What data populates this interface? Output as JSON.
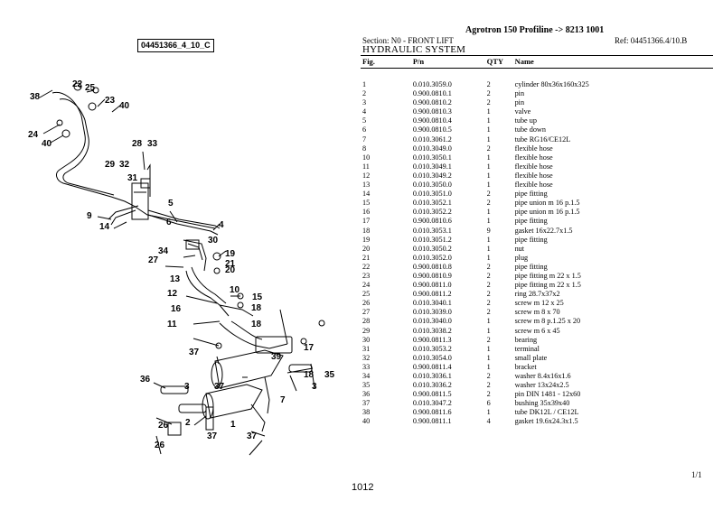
{
  "diagram": {
    "id_label": "04451366_4_10_C",
    "callouts": [
      "38",
      "22",
      "25",
      "23",
      "40",
      "24",
      "40",
      "28",
      "33",
      "29",
      "32",
      "31",
      "5",
      "9",
      "6",
      "14",
      "4",
      "30",
      "34",
      "19",
      "27",
      "21",
      "20",
      "13",
      "10",
      "15",
      "12",
      "16",
      "18",
      "11",
      "18",
      "37",
      "3",
      "39",
      "17",
      "7",
      "18",
      "36",
      "37",
      "3",
      "35",
      "26",
      "2",
      "37",
      "26",
      "37",
      "1"
    ]
  },
  "header": {
    "title": "Agrotron 150 Profiline -> 8213 1001",
    "section": "Section: N0 - FRONT LIFT",
    "ref": "Ref: 04451366.4/10.B",
    "system": "HYDRAULIC SYSTEM"
  },
  "table": {
    "columns": {
      "fig": "Fig.",
      "pn": "P/n",
      "qty": "QTY",
      "name": "Name"
    },
    "rows": [
      {
        "fig": "1",
        "pn": "0.010.3059.0",
        "qty": "2",
        "name": "cylinder 80x36x160x325"
      },
      {
        "fig": "2",
        "pn": "0.900.0810.1",
        "qty": "2",
        "name": "pin"
      },
      {
        "fig": "3",
        "pn": "0.900.0810.2",
        "qty": "2",
        "name": "pin"
      },
      {
        "fig": "4",
        "pn": "0.900.0810.3",
        "qty": "1",
        "name": "valve"
      },
      {
        "fig": "5",
        "pn": "0.900.0810.4",
        "qty": "1",
        "name": "tube up"
      },
      {
        "fig": "6",
        "pn": "0.900.0810.5",
        "qty": "1",
        "name": "tube down"
      },
      {
        "fig": "7",
        "pn": "0.010.3061.2",
        "qty": "1",
        "name": "tube RG16/CE12L"
      },
      {
        "fig": "8",
        "pn": "0.010.3049.0",
        "qty": "2",
        "name": "flexible hose"
      },
      {
        "fig": "10",
        "pn": "0.010.3050.1",
        "qty": "1",
        "name": "flexible hose"
      },
      {
        "fig": "11",
        "pn": "0.010.3049.1",
        "qty": "1",
        "name": "flexible hose"
      },
      {
        "fig": "12",
        "pn": "0.010.3049.2",
        "qty": "1",
        "name": "flexible hose"
      },
      {
        "fig": "13",
        "pn": "0.010.3050.0",
        "qty": "1",
        "name": "flexible hose"
      },
      {
        "fig": "14",
        "pn": "0.010.3051.0",
        "qty": "2",
        "name": "pipe fitting"
      },
      {
        "fig": "15",
        "pn": "0.010.3052.1",
        "qty": "2",
        "name": "pipe union m 16 p.1.5"
      },
      {
        "fig": "16",
        "pn": "0.010.3052.2",
        "qty": "1",
        "name": "pipe union m 16 p.1.5"
      },
      {
        "fig": "17",
        "pn": "0.900.0810.6",
        "qty": "1",
        "name": "pipe fitting"
      },
      {
        "fig": "18",
        "pn": "0.010.3053.1",
        "qty": "9",
        "name": "gasket 16x22.7x1.5"
      },
      {
        "fig": "19",
        "pn": "0.010.3051.2",
        "qty": "1",
        "name": "pipe fitting"
      },
      {
        "fig": "20",
        "pn": "0.010.3050.2",
        "qty": "1",
        "name": "nut"
      },
      {
        "fig": "21",
        "pn": "0.010.3052.0",
        "qty": "1",
        "name": "plug"
      },
      {
        "fig": "22",
        "pn": "0.900.0810.8",
        "qty": "2",
        "name": "pipe fitting"
      },
      {
        "fig": "23",
        "pn": "0.900.0810.9",
        "qty": "2",
        "name": "pipe fitting m 22 x 1.5"
      },
      {
        "fig": "24",
        "pn": "0.900.0811.0",
        "qty": "2",
        "name": "pipe fitting m 22 x 1.5"
      },
      {
        "fig": "25",
        "pn": "0.900.0811.2",
        "qty": "2",
        "name": "ring 28.7x37x2"
      },
      {
        "fig": "26",
        "pn": "0.010.3040.1",
        "qty": "2",
        "name": "screw m 12 x 25"
      },
      {
        "fig": "27",
        "pn": "0.010.3039.0",
        "qty": "2",
        "name": "screw m 8 x 70"
      },
      {
        "fig": "28",
        "pn": "0.010.3040.0",
        "qty": "1",
        "name": "screw m 8 p.1.25 x 20"
      },
      {
        "fig": "29",
        "pn": "0.010.3038.2",
        "qty": "1",
        "name": "screw m 6 x 45"
      },
      {
        "fig": "30",
        "pn": "0.900.0811.3",
        "qty": "2",
        "name": "bearing"
      },
      {
        "fig": "31",
        "pn": "0.010.3053.2",
        "qty": "1",
        "name": "terminal"
      },
      {
        "fig": "32",
        "pn": "0.010.3054.0",
        "qty": "1",
        "name": "small plate"
      },
      {
        "fig": "33",
        "pn": "0.900.0811.4",
        "qty": "1",
        "name": "bracket"
      },
      {
        "fig": "34",
        "pn": "0.010.3036.1",
        "qty": "2",
        "name": "washer 8.4x16x1.6"
      },
      {
        "fig": "35",
        "pn": "0.010.3036.2",
        "qty": "2",
        "name": "washer 13x24x2.5"
      },
      {
        "fig": "36",
        "pn": "0.900.0811.5",
        "qty": "2",
        "name": "pin DIN 1481 - 12x60"
      },
      {
        "fig": "37",
        "pn": "0.010.3047.2",
        "qty": "6",
        "name": "bushing 35x39x40"
      },
      {
        "fig": "38",
        "pn": "0.900.0811.6",
        "qty": "1",
        "name": "tube DK12L / CE12L"
      },
      {
        "fig": "40",
        "pn": "0.900.0811.1",
        "qty": "4",
        "name": "gasket 19.6x24.3x1.5"
      }
    ]
  },
  "footer": {
    "page_count": "1/1",
    "page_number": "1012"
  }
}
